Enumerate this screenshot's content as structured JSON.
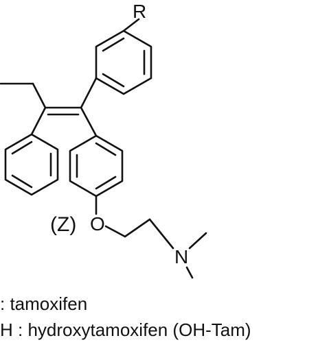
{
  "molecule": {
    "substituent_label": "R",
    "oxygen_label": "O",
    "nitrogen_label": "N",
    "stereo_descriptor": "(Z)"
  },
  "legend": {
    "line1": ": tamoxifen",
    "line2": "H : hydroxytamoxifen (OH-Tam)"
  },
  "colors": {
    "ink": "#111111",
    "background": "#ffffff"
  }
}
